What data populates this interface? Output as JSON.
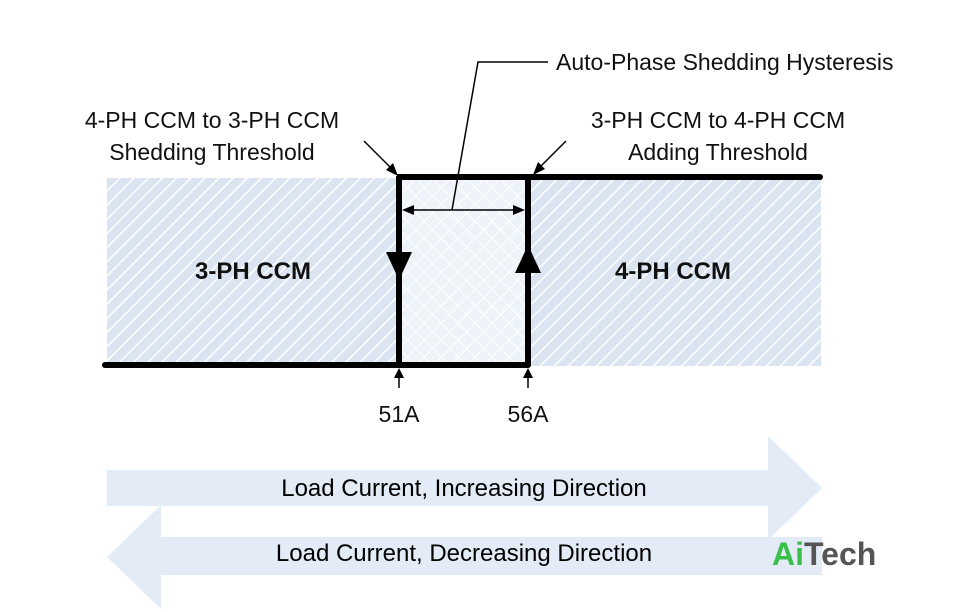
{
  "annotations": {
    "hysteresis_label": "Auto-Phase Shedding Hysteresis",
    "shedding_threshold": {
      "line1": "4-PH CCM to 3-PH CCM",
      "line2": "Shedding Threshold"
    },
    "adding_threshold": {
      "line1": "3-PH CCM to 4-PH CCM",
      "line2": "Adding Threshold"
    }
  },
  "regions": {
    "left_label": "3-PH CCM",
    "right_label": "4-PH CCM"
  },
  "thresholds": {
    "shedding_value": "51A",
    "adding_value": "56A"
  },
  "direction_arrows": {
    "increasing_label": "Load Current, Increasing Direction",
    "decreasing_label": "Load Current, Decreasing Direction"
  },
  "logo": {
    "part1": "Ai",
    "part2": "Tech",
    "color1": "#3cbf4a",
    "color2": "#555555"
  },
  "colors": {
    "region_fill": "#dbe5f1",
    "hatch_stroke": "#ffffff",
    "hysteresis_fill": "#eef2f9",
    "arrow_fill": "#e3ebf6",
    "line": "#000000"
  }
}
